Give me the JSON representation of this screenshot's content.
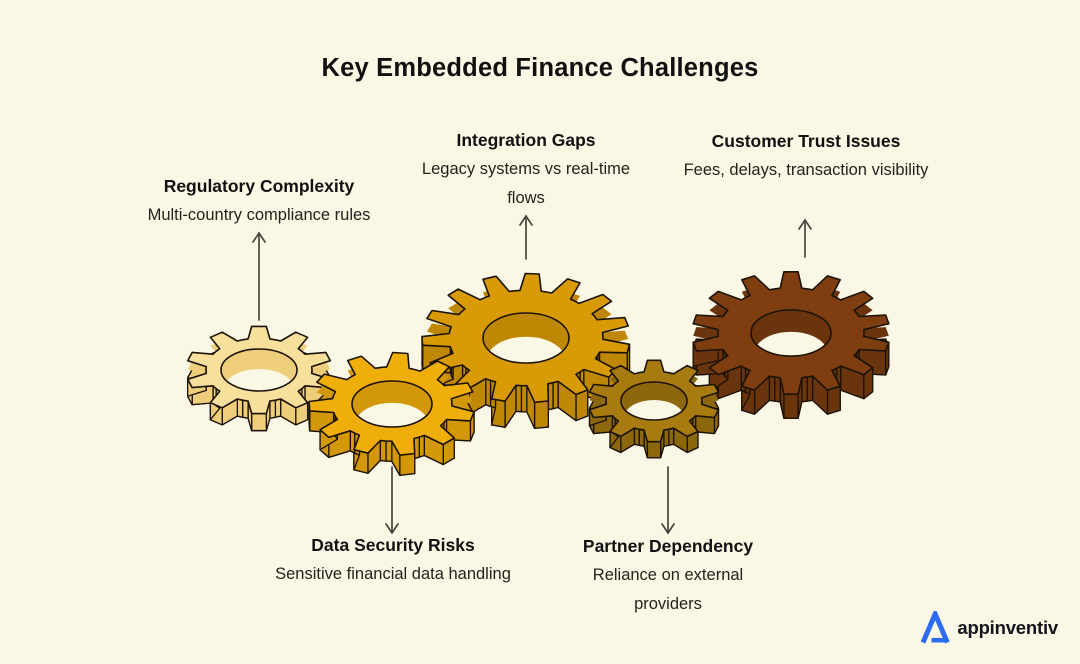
{
  "title": "Key Embedded Finance Challenges",
  "challenges": [
    {
      "id": "regulatory-complexity",
      "title": "Regulatory Complexity",
      "description": "Multi-country compliance rules",
      "position": "top-left",
      "linked_gear": "gear-1"
    },
    {
      "id": "integration-gaps",
      "title": "Integration Gaps",
      "description": "Legacy systems vs real-time flows",
      "position": "top-center",
      "linked_gear": "gear-3"
    },
    {
      "id": "customer-trust-issues",
      "title": "Customer Trust Issues",
      "description": "Fees, delays, transaction visibility",
      "position": "top-right",
      "linked_gear": "gear-5"
    },
    {
      "id": "data-security-risks",
      "title": "Data Security Risks",
      "description": "Sensitive financial data handling",
      "position": "bottom-left",
      "linked_gear": "gear-2"
    },
    {
      "id": "partner-dependency",
      "title": "Partner Dependency",
      "description": "Reliance on external providers",
      "position": "bottom-center",
      "linked_gear": "gear-4"
    }
  ],
  "gears": [
    {
      "id": "gear-1",
      "challenge": "regulatory-complexity",
      "top_color": "#F7DF9C",
      "side_color": "#EECD7B"
    },
    {
      "id": "gear-2",
      "challenge": "data-security-risks",
      "top_color": "#F0AE0B",
      "side_color": "#D3980A"
    },
    {
      "id": "gear-3",
      "challenge": "integration-gaps",
      "top_color": "#D89B06",
      "side_color": "#BE8805"
    },
    {
      "id": "gear-4",
      "challenge": "partner-dependency",
      "top_color": "#A87B10",
      "side_color": "#8D670C"
    },
    {
      "id": "gear-5",
      "challenge": "customer-trust-issues",
      "top_color": "#7F3E10",
      "side_color": "#6A340D"
    }
  ],
  "logo": {
    "text": "appinventiv",
    "color": "#2D6BF3",
    "text_color": "#15151E"
  },
  "colors": {
    "background": "#FBF7E5",
    "title_text": "#111111",
    "body_text": "#23231D",
    "outline": "#1C1307",
    "arrow": "#45453D"
  }
}
